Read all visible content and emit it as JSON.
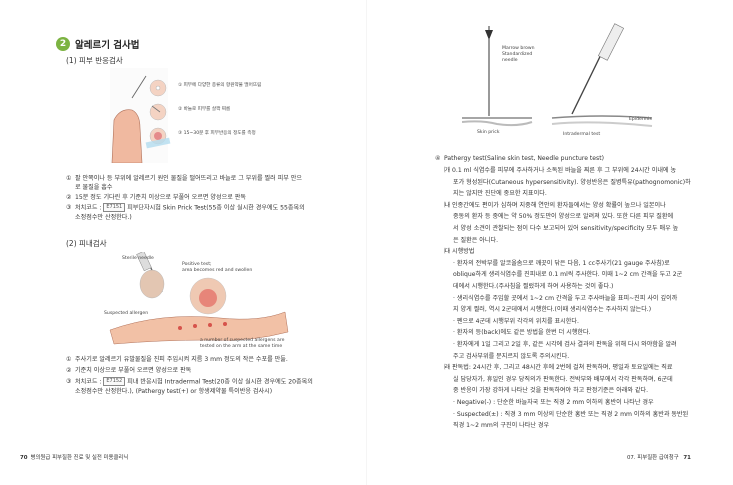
{
  "left": {
    "section_number": "2",
    "section_title": "알레르기 검사법",
    "skin_test_heading": "(1) 피부 반응검사",
    "fig1_captions": [
      "① 피부에 다양한 종류의 항원약물 떨어뜨림",
      "② 바늘로 피부를 살짝 찌름",
      "③ 15~30분 후 피부반응의 정도를 측정"
    ],
    "skin_steps": [
      {
        "num": "①",
        "text": "팔 안쪽이나 등 부위에 알레르기 원인 물질을 떨어뜨리고 바늘로 그 부위를 찔러 피부 안으"
      },
      {
        "num": "",
        "text": "로 물질을 흡수"
      },
      {
        "num": "②",
        "text": "15분 정도 기다린 후 기준치 이상으로 부풀어 오르면 양성으로 판독"
      },
      {
        "num": "③",
        "text": "처치코드 :",
        "tag": "E7151",
        "after": "피부단자시험 Skin Prick Test(55종 이상 실시한 경우에도 55종목의"
      },
      {
        "num": "",
        "text": "소정점수만 산정한다.)"
      }
    ],
    "intradermal_heading": "(2) 피내검사",
    "fig2_captions": {
      "needle": "Sterile needle",
      "positive": "Positive test;",
      "positive2": "area becomes red and swollen",
      "allergen": "Suspected allergen",
      "note1": "a number of suspected allergens are",
      "note2": "tested on the arm at the same time"
    },
    "intra_steps": [
      {
        "num": "①",
        "text": "주사기로 알레르기 유발물질을 진피 주입시켜 지름 3 mm 정도의 작은 수포를 만듦."
      },
      {
        "num": "②",
        "text": "기준치 이상으로 부풀어 오르면 양성으로 판독"
      },
      {
        "num": "③",
        "text": "처치코드 :",
        "tag": "E7152",
        "after": "피내 반응시험 Intradermal Test(20종 이상 실시한 경우에도 20종목의"
      },
      {
        "num": "",
        "text": "소정점수만 산정한다.), (Pathergy test(+) or 항생제약물 특이반응 검사시)"
      }
    ],
    "folio_num": "70",
    "folio_text": "병의원급 피부질환 진료 및 실전 미용클리닉"
  },
  "right": {
    "fig_labels": {
      "marrow": "Marrow brown",
      "standardized": "Standardized",
      "needle": "needle",
      "skin_prick": "Skin prick",
      "intradermal": "Intradermal test",
      "epidermis": "Epidermis"
    },
    "pathergy_heading": {
      "num": "④",
      "text": "Pathergy test(Saline skin test, Needle puncture test)"
    },
    "lines": [
      {
        "indent": 0,
        "text": "㈎ 0.1 ml 식염수를 피부에 주사하거나 소독된 바늘을 찌른 후 그 부위에 24시간 이내에 농"
      },
      {
        "indent": 1,
        "text": "포가 형성된다(Cutaneous hypersensitivity). 양성반응은 질병특유(pathognomonic)하"
      },
      {
        "indent": 1,
        "text": "지는 않지만 진단에 중요한 지표이다."
      },
      {
        "indent": 0,
        "text": "㈏ 인종간에도 편이가 심하며 지중해 연안의 환자들에서는 양성 확률이 높으나 일본이나"
      },
      {
        "indent": 1,
        "text": "중동의 환자 등 중에는 약 50% 정도만이 양성으로 알려져 있다. 또한 다른 피부 질환에"
      },
      {
        "indent": 1,
        "text": "서 양성 소견이 관찰되는 점이 다수 보고되어 있어 sensitivity/specificity 모두 매우 높"
      },
      {
        "indent": 1,
        "text": "은 질환은 아니다."
      },
      {
        "indent": 0,
        "text": "㈐ 시행방법"
      },
      {
        "indent": 1,
        "text": "· 환자의 전박부를 알코올솜으로 깨끗이 닦은 다음, 1 cc주사기(21 gauge 주사침)로"
      },
      {
        "indent": 1,
        "text": "oblique하게 생리식염수를 진피내로 0.1 ml씩 주사한다. 이때 1~2 cm 간격을 두고 2군"
      },
      {
        "indent": 1,
        "text": "데에서 시행한다.(주사침을 찔렀하게 하여 사용하는 것이 좋다.)"
      },
      {
        "indent": 1,
        "text": "· 생리식염수를 주입할 곳에서 1~2 cm 간격을 두고 주사바늘을 표피~진피 사이 깊이까"
      },
      {
        "indent": 1,
        "text": "지 양게 찔러, 역시 2군데에서 시행한다.(이때 생리식염수는 주사하지 않는다.)"
      },
      {
        "indent": 1,
        "text": "· 펜으로 4군데 시행부위 각각의 위치를 표시한다."
      },
      {
        "indent": 1,
        "text": "· 환자의 등(back)에도 같은 방법을 한번 더 시행한다."
      },
      {
        "indent": 1,
        "text": "· 환자에게 1일 그리고 2일 후, 같은 시각에 검사 결과의 판독을 위해 다시 와야함을 알려"
      },
      {
        "indent": 1,
        "text": "주고 검사부위를 문지르지 않도록 주의시킨다."
      },
      {
        "indent": 0,
        "text": "㈑ 판독법: 24시간 후, 그리고 48시간 후에 2번에 걸쳐 판독하며, 평일과 토요일에는 직료"
      },
      {
        "indent": 1,
        "text": "실 담당자가, 휴일인 경우 당직의가 판독한다. 전박부와 배부에서 각각 판독하며, 6군데"
      },
      {
        "indent": 1,
        "text": "중 반응이 가장 강하게 나타난 것을 판독하여야 하고 판정기준은 아래와 같다."
      },
      {
        "indent": 1,
        "text": "· Negative(-) : 단순한 바늘자국 또는 직경 2 mm 이하의 홍반이 나타난 경우"
      },
      {
        "indent": 1,
        "text": "· Suspected(±) : 직경 3 mm 이상의 단순한 홍반 또는 직경 2 mm 이하의 홍반과 동반된"
      },
      {
        "indent": 1,
        "text": "직경 1~2 mm의 구진이 나타난 경우"
      }
    ],
    "folio_text": "07. 피부질환 급여청구",
    "folio_num": "71"
  }
}
